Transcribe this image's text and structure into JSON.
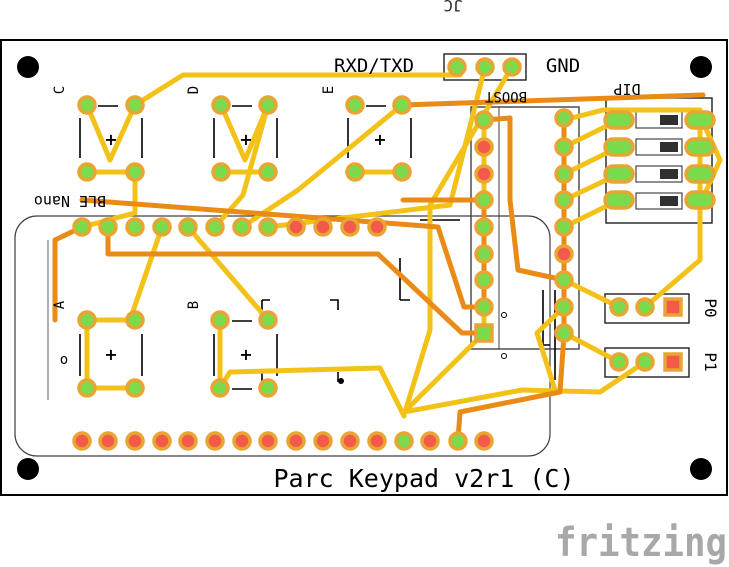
{
  "board": {
    "title": "Parc Keypad v2r1 (C)",
    "top_mark": "JC",
    "header_label_left": "RXD/TXD",
    "header_label_right": "GND",
    "dip_label": "DIP",
    "ble_label": "BLE Nano",
    "boost_label": "BOOST"
  },
  "switch_labels": {
    "a": "A",
    "b": "B",
    "c": "C",
    "d": "D",
    "e": "E"
  },
  "plus_sign": "+",
  "polarity_mark": "o",
  "connectors": {
    "p0": "P0",
    "p1": "P1"
  },
  "branding": {
    "logo": "fritzing"
  },
  "colors": {
    "board_fill": "#ffffff",
    "board_outline": "#000000",
    "trace_yellow": "#f2c218",
    "trace_orange": "#e98b16",
    "pad_ring": "#e9a532",
    "pad_connected": "#7cdb4d",
    "pad_unconnected": "#f25a4a",
    "silkscreen": "#000000",
    "logo_gray": "#a8a8a8"
  }
}
